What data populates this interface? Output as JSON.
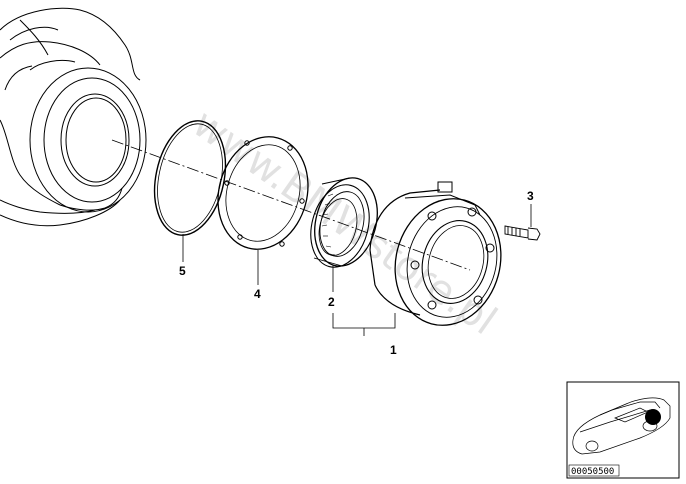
{
  "diagram": {
    "callouts": [
      {
        "id": "1",
        "label": "1"
      },
      {
        "id": "2",
        "label": "2"
      },
      {
        "id": "3",
        "label": "3"
      },
      {
        "id": "4",
        "label": "4"
      },
      {
        "id": "5",
        "label": "5"
      }
    ],
    "watermark": "www.BMWstore.pl",
    "thumbnail": {
      "reference_code": "00050500"
    }
  }
}
